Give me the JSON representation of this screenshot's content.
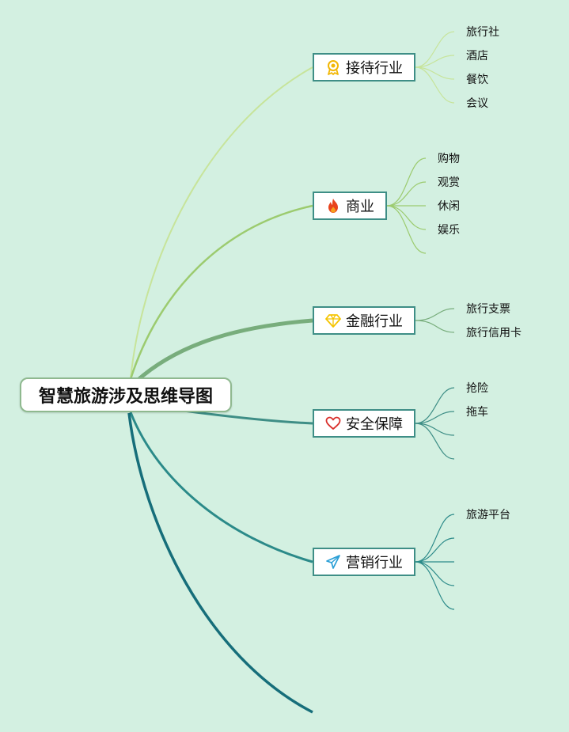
{
  "root": {
    "title": "智慧旅游涉及思维导图"
  },
  "branches": [
    {
      "id": "reception",
      "label": "接待行业",
      "icon": "ribbon-medal-icon",
      "icon_color": "#f2b705",
      "line_color": "#c7e49a",
      "children": [
        "旅行社",
        "酒店",
        "餐饮",
        "会议"
      ]
    },
    {
      "id": "commerce",
      "label": "商业",
      "icon": "fire-icon",
      "icon_color": "#e8421c",
      "line_color": "#9ccb6f",
      "children": [
        "购物",
        "观赏",
        "休闲",
        "娱乐"
      ]
    },
    {
      "id": "finance",
      "label": "金融行业",
      "icon": "diamond-icon",
      "icon_color": "#f5c400",
      "line_color": "#78ad7c",
      "children": [
        "旅行支票",
        "旅行信用卡"
      ]
    },
    {
      "id": "safety",
      "label": "安全保障",
      "icon": "heart-icon",
      "icon_color": "#d9302c",
      "line_color": "#3e8e86",
      "children": [
        "抢险",
        "拖车"
      ]
    },
    {
      "id": "marketing",
      "label": "营销行业",
      "icon": "paper-plane-icon",
      "icon_color": "#2a9fd6",
      "line_color": "#2b8a89",
      "children": [
        "旅游平台"
      ]
    }
  ],
  "colors": {
    "background": "#d3f0e1",
    "root_border": "#8fb98f",
    "node_border": "#3e8e86",
    "tail_line": "#166e7a"
  }
}
